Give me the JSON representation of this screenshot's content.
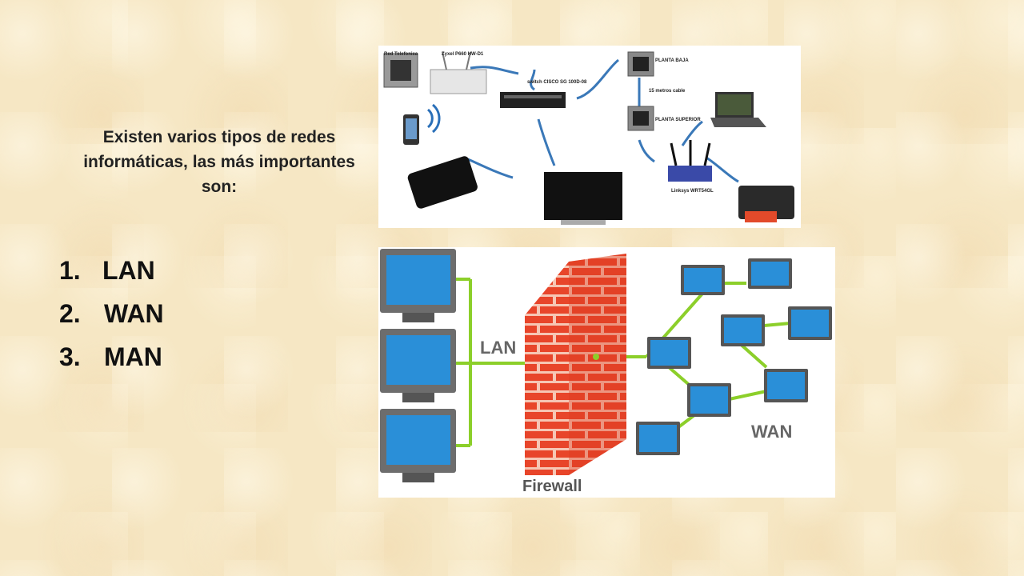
{
  "intro_text": "Existen varios tipos de redes informáticas, las más importantes son:",
  "network_types": [
    {
      "number": "1.",
      "label": "LAN"
    },
    {
      "number": "2.",
      "label": "WAN"
    },
    {
      "number": "3.",
      "label": "MAN"
    }
  ],
  "home_network_image": {
    "labels": {
      "phone_line": "Red Telefonica",
      "modem": "Zyxel P660 HW-D1",
      "switch": "switch CISCO SG 100D-08",
      "ground_floor": "PLANTA BAJA",
      "cable": "15 metros cable",
      "upper_floor": "PLANTA SUPERIOR",
      "router": "Linksys WRT54GL"
    }
  },
  "firewall_image": {
    "labels": {
      "lan": "LAN",
      "firewall": "Firewall",
      "wan": "WAN"
    },
    "colors": {
      "link": "#8ccf2a",
      "brick": "#e8452a",
      "screen": "#2a8fd8"
    }
  }
}
